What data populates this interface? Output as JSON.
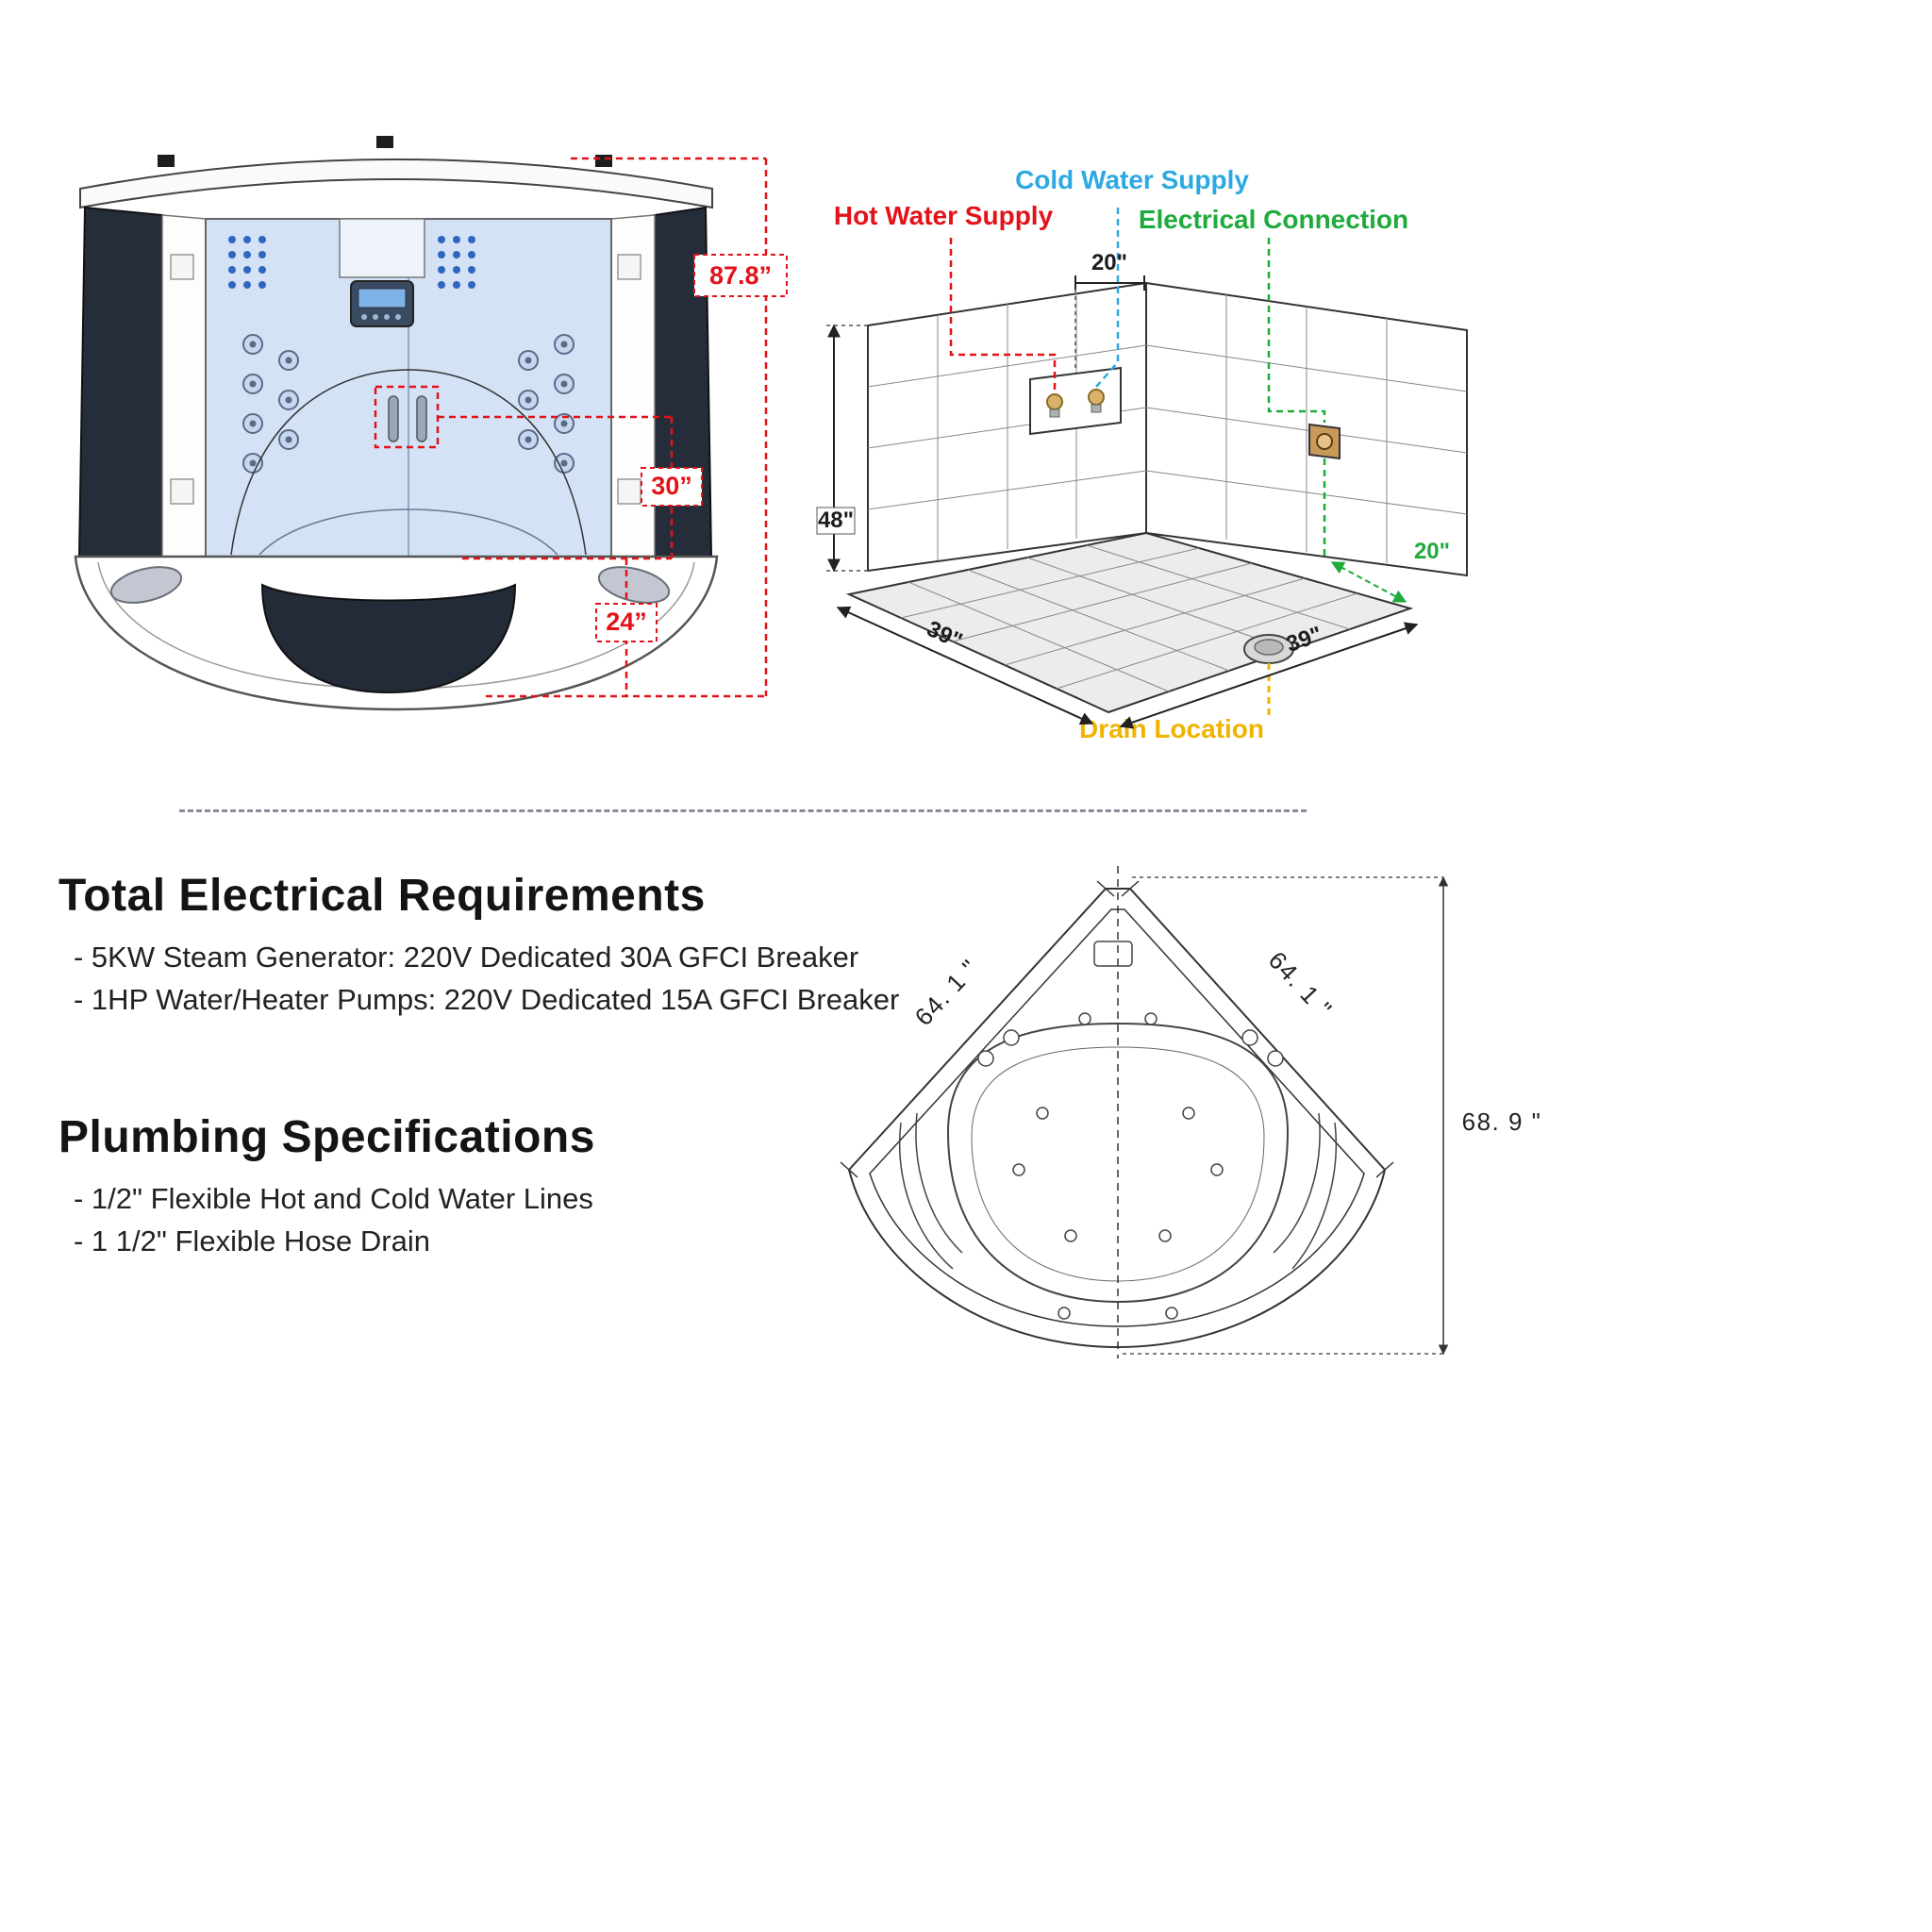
{
  "colors": {
    "hot": "#e31219",
    "cold": "#2da9e1",
    "elec": "#1faa3e",
    "drain": "#f0b400",
    "dimred": "#e31219",
    "ink": "#1d1d1d"
  },
  "front_view": {
    "description": "Steam shower front elevation",
    "dims": {
      "overall_height": "87.8”",
      "mid": "30”",
      "base": "24”"
    }
  },
  "installation_view": {
    "labels": {
      "hot_water": "Hot Water Supply",
      "cold_water": "Cold Water Supply",
      "electrical": "Electrical Connection",
      "drain": "Drain Location"
    },
    "dims": {
      "supply_offset": "20\"",
      "wall_height": "48\"",
      "floor_left": "39\"",
      "floor_right": "39\"",
      "electrical_offset": "20\""
    }
  },
  "electrical_requirements": {
    "title": "Total Electrical Requirements",
    "items": [
      "- 5KW Steam Generator: 220V Dedicated 30A GFCI Breaker",
      "- 1HP Water/Heater Pumps: 220V Dedicated 15A GFCI Breaker"
    ]
  },
  "plumbing_specifications": {
    "title": "Plumbing Specifications",
    "items": [
      "- 1/2\" Flexible Hot and Cold Water Lines",
      "- 1 1/2\" Flexible Hose Drain"
    ]
  },
  "top_view": {
    "dims": {
      "left_edge": "64. 1 \"",
      "right_edge": "64. 1 \"",
      "depth": "68. 9 \""
    }
  }
}
